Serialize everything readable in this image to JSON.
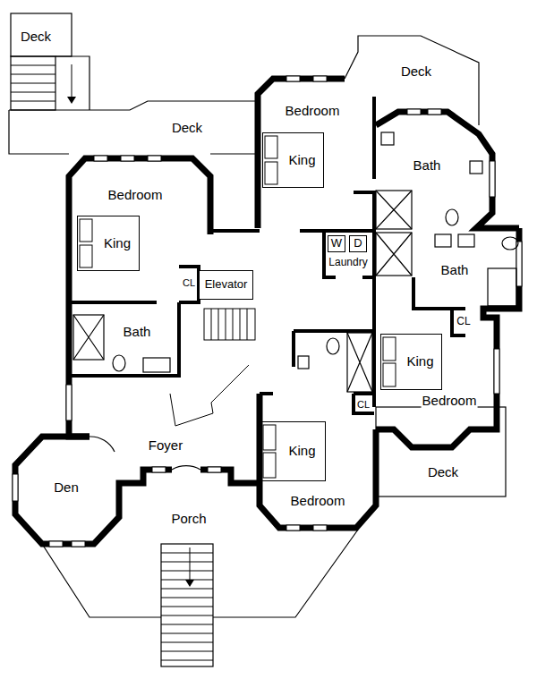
{
  "diagram": {
    "nodes": [
      {
        "text": [
          "King"
        ]
      },
      {
        "text": [
          "King"
        ]
      },
      {
        "text": [
          "W"
        ]
      },
      {
        "text": [
          "D"
        ]
      },
      {
        "text": [
          "Elevator"
        ]
      },
      {
        "text": [
          "King"
        ]
      },
      {
        "text": [
          "King"
        ]
      }
    ],
    "labels": [
      "Deck",
      "Deck",
      "Bedroom",
      "Deck",
      "Bath",
      "Bedroom",
      "Laundry",
      "Bath",
      "CL",
      "CL",
      "Bath",
      "Bedroom",
      "CL",
      "Foyer",
      "Deck",
      "Den",
      "Bedroom",
      "Porch"
    ]
  }
}
